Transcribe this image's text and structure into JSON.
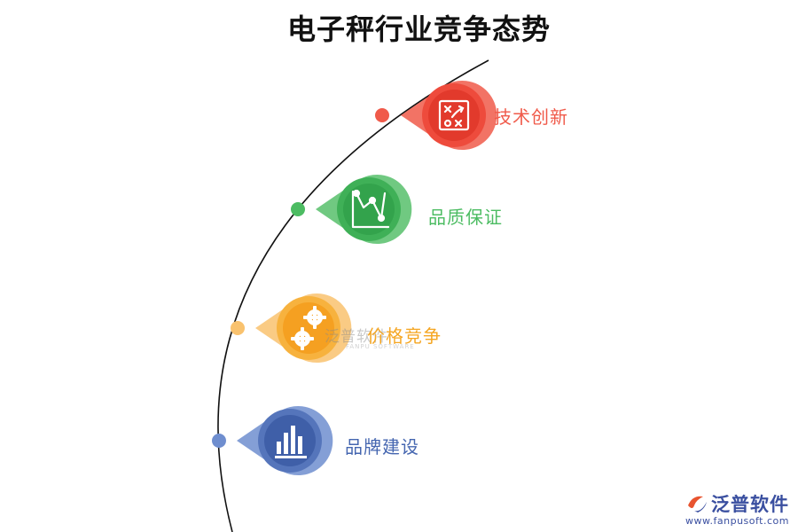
{
  "title": "电子秤行业竞争态势",
  "nodes": [
    {
      "label": "技术创新",
      "color": "#f05a4a",
      "icon": "strategy-board-icon"
    },
    {
      "label": "品质保证",
      "color": "#4cbc62",
      "icon": "line-chart-icon"
    },
    {
      "label": "价格竞争",
      "color": "#f5a623",
      "icon": "gears-icon"
    },
    {
      "label": "品牌建设",
      "color": "#4566b0",
      "icon": "bar-chart-icon"
    }
  ],
  "watermark": {
    "cn": "泛普软件",
    "en": "FANPU SOFTWARE"
  },
  "brand": {
    "name": "泛普软件",
    "url": "www.fanpusoft.com",
    "color": "#3a4fa0"
  }
}
